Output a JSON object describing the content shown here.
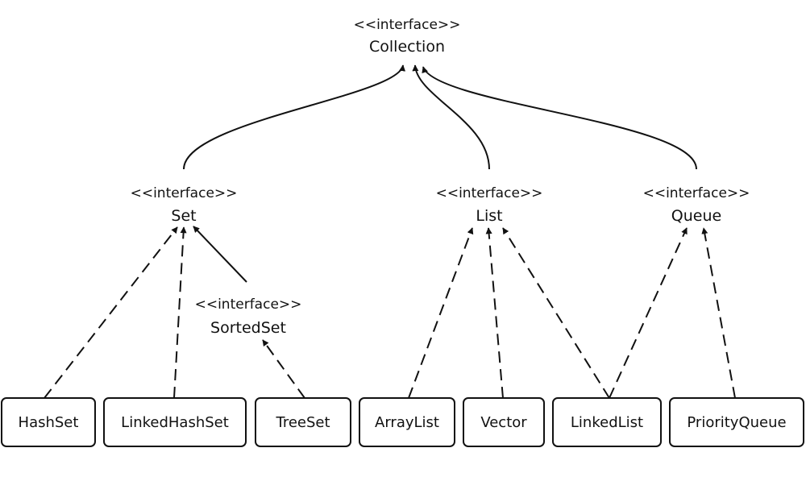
{
  "stereotype": "<<interface>>",
  "interfaces": {
    "collection": "Collection",
    "set": "Set",
    "list": "List",
    "queue": "Queue",
    "sortedset": "SortedSet"
  },
  "classes": {
    "hashset": "HashSet",
    "linkedhashset": "LinkedHashSet",
    "treeset": "TreeSet",
    "arraylist": "ArrayList",
    "vector": "Vector",
    "linkedlist": "LinkedList",
    "priorityqueue": "PriorityQueue"
  },
  "relations": [
    {
      "from": "Set",
      "to": "Collection",
      "kind": "extends"
    },
    {
      "from": "List",
      "to": "Collection",
      "kind": "extends"
    },
    {
      "from": "Queue",
      "to": "Collection",
      "kind": "extends"
    },
    {
      "from": "SortedSet",
      "to": "Set",
      "kind": "extends"
    },
    {
      "from": "HashSet",
      "to": "Set",
      "kind": "implements"
    },
    {
      "from": "LinkedHashSet",
      "to": "Set",
      "kind": "implements"
    },
    {
      "from": "TreeSet",
      "to": "SortedSet",
      "kind": "implements"
    },
    {
      "from": "ArrayList",
      "to": "List",
      "kind": "implements"
    },
    {
      "from": "Vector",
      "to": "List",
      "kind": "implements"
    },
    {
      "from": "LinkedList",
      "to": "List",
      "kind": "implements"
    },
    {
      "from": "LinkedList",
      "to": "Queue",
      "kind": "implements"
    },
    {
      "from": "PriorityQueue",
      "to": "Queue",
      "kind": "implements"
    }
  ]
}
